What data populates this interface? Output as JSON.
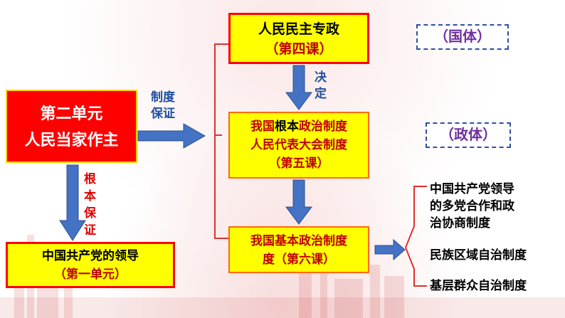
{
  "unit": {
    "line1": "第二单元",
    "line2": "人民当家作主"
  },
  "box_dictatorship": {
    "line1": "人民民主专政",
    "line2": "（第四课）"
  },
  "box_fundamental": {
    "line1a": "我国",
    "line1b": "根本",
    "line1c": "政治制度",
    "line2": "人民代表大会制度",
    "line3": "（第五课）"
  },
  "box_basic": {
    "line1": "我国基本政治制度",
    "line2": "度（第六课）"
  },
  "box_party": {
    "line1": "中国共产党的领导",
    "line2": "（第一单元）"
  },
  "tag_state": "（国体）",
  "tag_government": "（政体）",
  "label_institution": {
    "line1": "制度",
    "line2": "保证"
  },
  "label_decide": {
    "line1": "决",
    "line2": "定"
  },
  "label_root": {
    "c1": "根",
    "c2": "本",
    "c3": "保",
    "c4": "证"
  },
  "systems": {
    "item1": {
      "line1": "中国共产党领导",
      "line2": "的多党合作和政",
      "line3": "治协商制度"
    },
    "item2": "民族区域自治制度",
    "item3": "基层群众自治制度"
  },
  "colors": {
    "red": "#ff0000",
    "yellow": "#ffff00",
    "blue_arrow": "#4472c4",
    "bracket": "#e03030"
  }
}
